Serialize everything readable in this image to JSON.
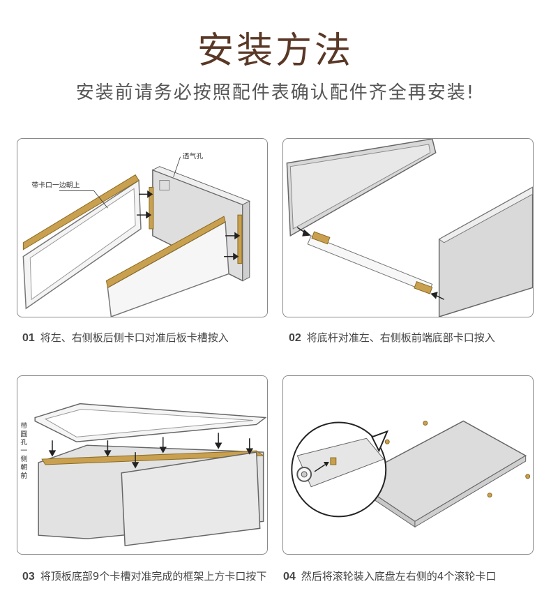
{
  "header": {
    "title": "安装方法",
    "subtitle": "安装前请务必按照配件表确认配件齐全再安装!"
  },
  "steps": [
    {
      "num": "01",
      "text": "将左、右侧板后侧卡口对准后板卡槽按入",
      "labels": [
        "带卡口一边朝上",
        "透气孔"
      ]
    },
    {
      "num": "02",
      "text": "将底杆对准左、右侧板前端底部卡口按入"
    },
    {
      "num": "03",
      "text": "将顶板底部9个卡槽对准完成的框架上方卡口按下",
      "labels": [
        "带圆孔一侧朝前"
      ]
    },
    {
      "num": "04",
      "text": "然后将滚轮装入底盘左右侧的4个滚轮卡口"
    }
  ],
  "colors": {
    "title": "#5a3826",
    "panel_fill": "#dcdcdc",
    "wood": "#c8a050",
    "outline": "#666666"
  }
}
